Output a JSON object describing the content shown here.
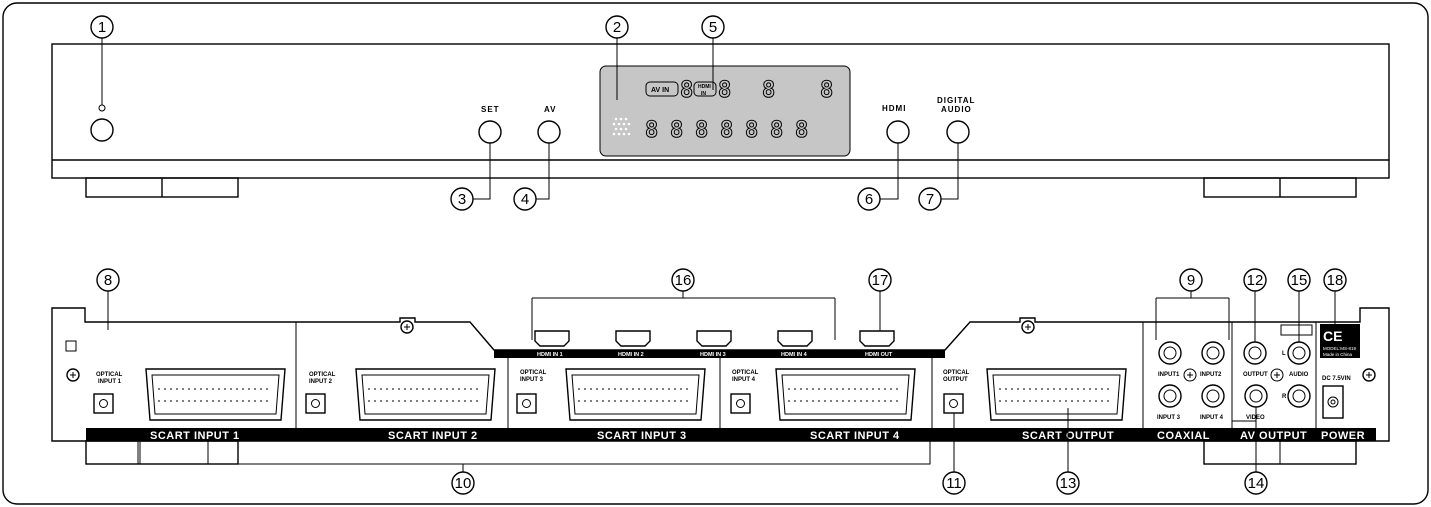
{
  "front_panel": {
    "buttons": {
      "set": "SET",
      "av": "AV",
      "hdmi": "HDMI",
      "digital_audio_line1": "DIGITAL",
      "digital_audio_line2": "AUDIO"
    },
    "lcd": {
      "av_in": "AV IN",
      "hdmi_in_line1": "HDMI",
      "hdmi_in_line2": "IN",
      "seg_small_1": "8",
      "seg_small_2": "8",
      "seg_small_3": "8",
      "seg_small_4": "8",
      "seg_main": [
        "8",
        "8",
        "8",
        "8",
        "8",
        "8",
        "8"
      ]
    }
  },
  "rear_panel": {
    "sections": {
      "scart_input_1": "SCART INPUT 1",
      "scart_input_2": "SCART INPUT 2",
      "scart_input_3": "SCART INPUT 3",
      "scart_input_4": "SCART INPUT 4",
      "scart_output": "SCART OUTPUT",
      "coaxial": "COAXIAL",
      "av_output": "AV OUTPUT",
      "power": "POWER"
    },
    "optical": {
      "input_1": [
        "OPTICAL",
        "INPUT 1"
      ],
      "input_2": [
        "OPTICAL",
        "INPUT 2"
      ],
      "input_3": [
        "OPTICAL",
        "INPUT 3"
      ],
      "input_4": [
        "OPTICAL",
        "INPUT 4"
      ],
      "output": [
        "OPTICAL",
        "OUTPUT"
      ]
    },
    "hdmi": [
      "HDMI IN 1",
      "HDMI IN 2",
      "HDMI IN 3",
      "HDMI IN 4",
      "HDMI OUT"
    ],
    "coaxial_ports": {
      "input1": "INPUT1",
      "input2": "INPUT2",
      "input3": "INPUT 3",
      "input4": "INPUT 4",
      "output": "OUTPUT"
    },
    "av_ports": {
      "video": "VIDEO",
      "audio": "AUDIO",
      "left": "L",
      "right": "R"
    },
    "power": {
      "dc": "DC 7.5VIN",
      "model": "MODEL:MS-819",
      "made_in": "Made in China",
      "ce": "CE"
    }
  },
  "callouts": [
    "1",
    "2",
    "3",
    "4",
    "5",
    "6",
    "7",
    "8",
    "9",
    "10",
    "11",
    "12",
    "13",
    "14",
    "15",
    "16",
    "17",
    "18"
  ]
}
